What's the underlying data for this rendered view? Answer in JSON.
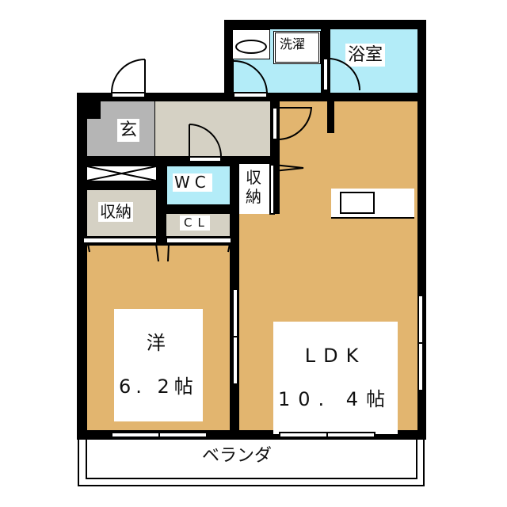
{
  "rooms": {
    "laundry": "洗濯",
    "bath": "浴室",
    "entrance": "玄",
    "wc": "WC",
    "closet_ldk": "収納",
    "closet_west": "収納",
    "cl": "CL",
    "western_name": "洋",
    "western_size": "6. 2帖",
    "ldk_name": "LDK",
    "ldk_size": "10. 4帖",
    "balcony": "ベランダ"
  },
  "colors": {
    "wood": "#e2b56f",
    "wet": "#b3ecf8",
    "entrance": "#b5b5b5",
    "storage": "#d5d1c4"
  }
}
